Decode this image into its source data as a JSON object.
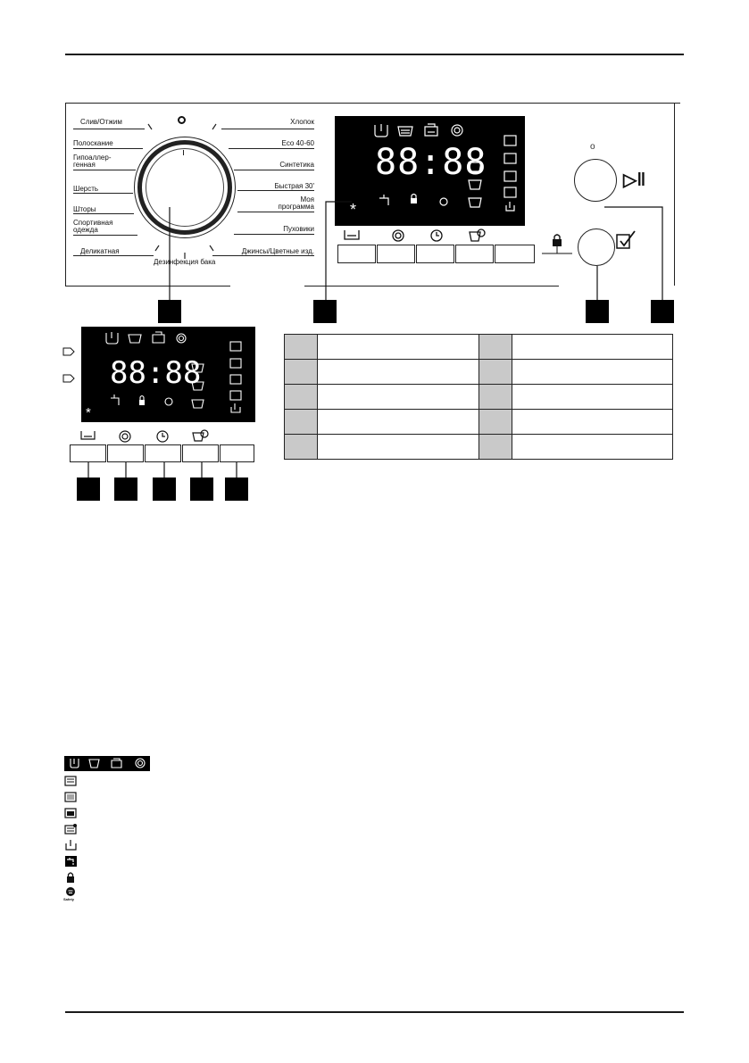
{
  "dial": {
    "left_labels": [
      "Слив/Отжим",
      "Полоскание",
      "Гипоаллер-",
      "генная",
      "Шерсть",
      "Шторы",
      "Спортивная",
      "одежда",
      "Деликатная"
    ],
    "right_labels": [
      "Хлопок",
      "Eco 40-60",
      "Синтетика",
      "Быстрая 30'",
      "Моя",
      "программа",
      "Пуховики",
      "Джинсы/Цветные изд."
    ],
    "bottom_label": "Дезинфекция бака"
  },
  "display": {
    "digits": "88:88",
    "star": "*"
  },
  "controls": {
    "start_pause_symbol": "▷‖",
    "power_dot": "o"
  },
  "table": {
    "rows": [
      [
        "",
        "",
        "",
        ""
      ],
      [
        "",
        "",
        "",
        ""
      ],
      [
        "",
        "",
        "",
        ""
      ],
      [
        "",
        "",
        "",
        ""
      ],
      [
        "",
        "",
        "",
        ""
      ]
    ]
  },
  "legend": {
    "safety_label": "Safety"
  },
  "colors": {
    "display_bg": "#000000",
    "marker_bg": "#000000",
    "table_num_bg": "#c9c9c9"
  }
}
